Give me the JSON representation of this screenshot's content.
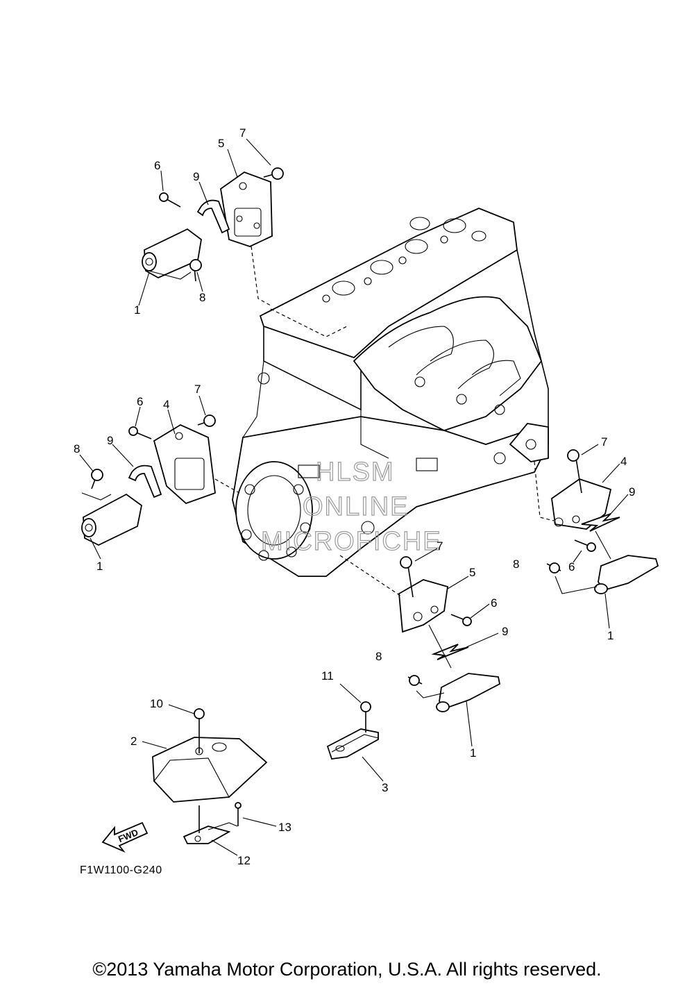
{
  "diagram": {
    "callouts": [
      "1",
      "2",
      "3",
      "4",
      "5",
      "6",
      "7",
      "8",
      "9",
      "10",
      "11",
      "12",
      "13"
    ],
    "watermark": [
      "HLSM",
      "ONLINE",
      "MICROFICHE"
    ],
    "fwd_label": "FWD",
    "drawing_code": "F1W1100-G240",
    "copyright": "©2013 Yamaha Motor Corporation, U.S.A. All rights reserved."
  }
}
